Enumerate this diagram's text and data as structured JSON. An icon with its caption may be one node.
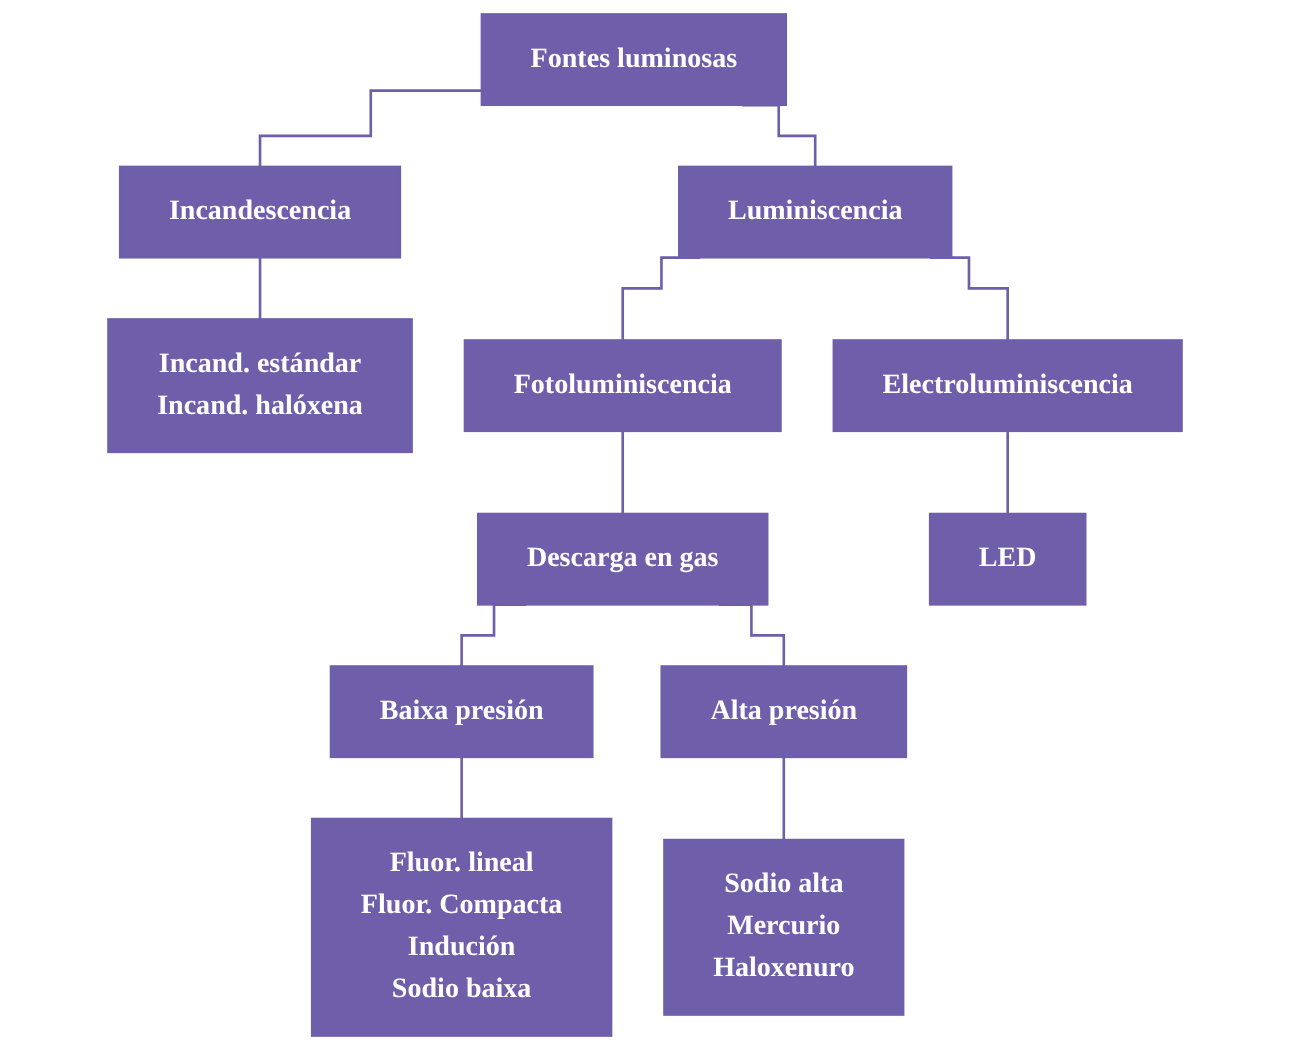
{
  "diagram": {
    "nodes": [
      {
        "text": [
          "Fontes luminosas"
        ]
      },
      {
        "text": [
          "Incandescencia"
        ]
      },
      {
        "text": [
          "Luminiscencia"
        ]
      },
      {
        "text": [
          "Incand. estándar",
          "Incand. halóxena"
        ]
      },
      {
        "text": [
          "Fotoluminiscencia"
        ]
      },
      {
        "text": [
          "Electroluminiscencia"
        ]
      },
      {
        "text": [
          "Descarga en gas"
        ]
      },
      {
        "text": [
          "LED"
        ]
      },
      {
        "text": [
          "Baixa presión"
        ]
      },
      {
        "text": [
          "Alta presión"
        ]
      },
      {
        "text": [
          "Fluor. lineal",
          "Fluor. Compacta",
          "Indución",
          "Sodio baixa"
        ]
      },
      {
        "text": [
          "Sodio alta",
          "Mercurio",
          "Haloxenuro"
        ]
      }
    ],
    "edges": [
      {
        "from": 0,
        "to": 1,
        "arrow": "none"
      },
      {
        "from": 0,
        "to": 2,
        "arrow": "none"
      },
      {
        "from": 1,
        "to": 3,
        "arrow": "none"
      },
      {
        "from": 2,
        "to": 4,
        "arrow": "none"
      },
      {
        "from": 2,
        "to": 5,
        "arrow": "none"
      },
      {
        "from": 4,
        "to": 6,
        "arrow": "none"
      },
      {
        "from": 5,
        "to": 7,
        "arrow": "none"
      },
      {
        "from": 6,
        "to": 8,
        "arrow": "none"
      },
      {
        "from": 6,
        "to": 9,
        "arrow": "none"
      },
      {
        "from": 8,
        "to": 10,
        "arrow": "none"
      },
      {
        "from": 9,
        "to": 11,
        "arrow": "none"
      }
    ]
  }
}
